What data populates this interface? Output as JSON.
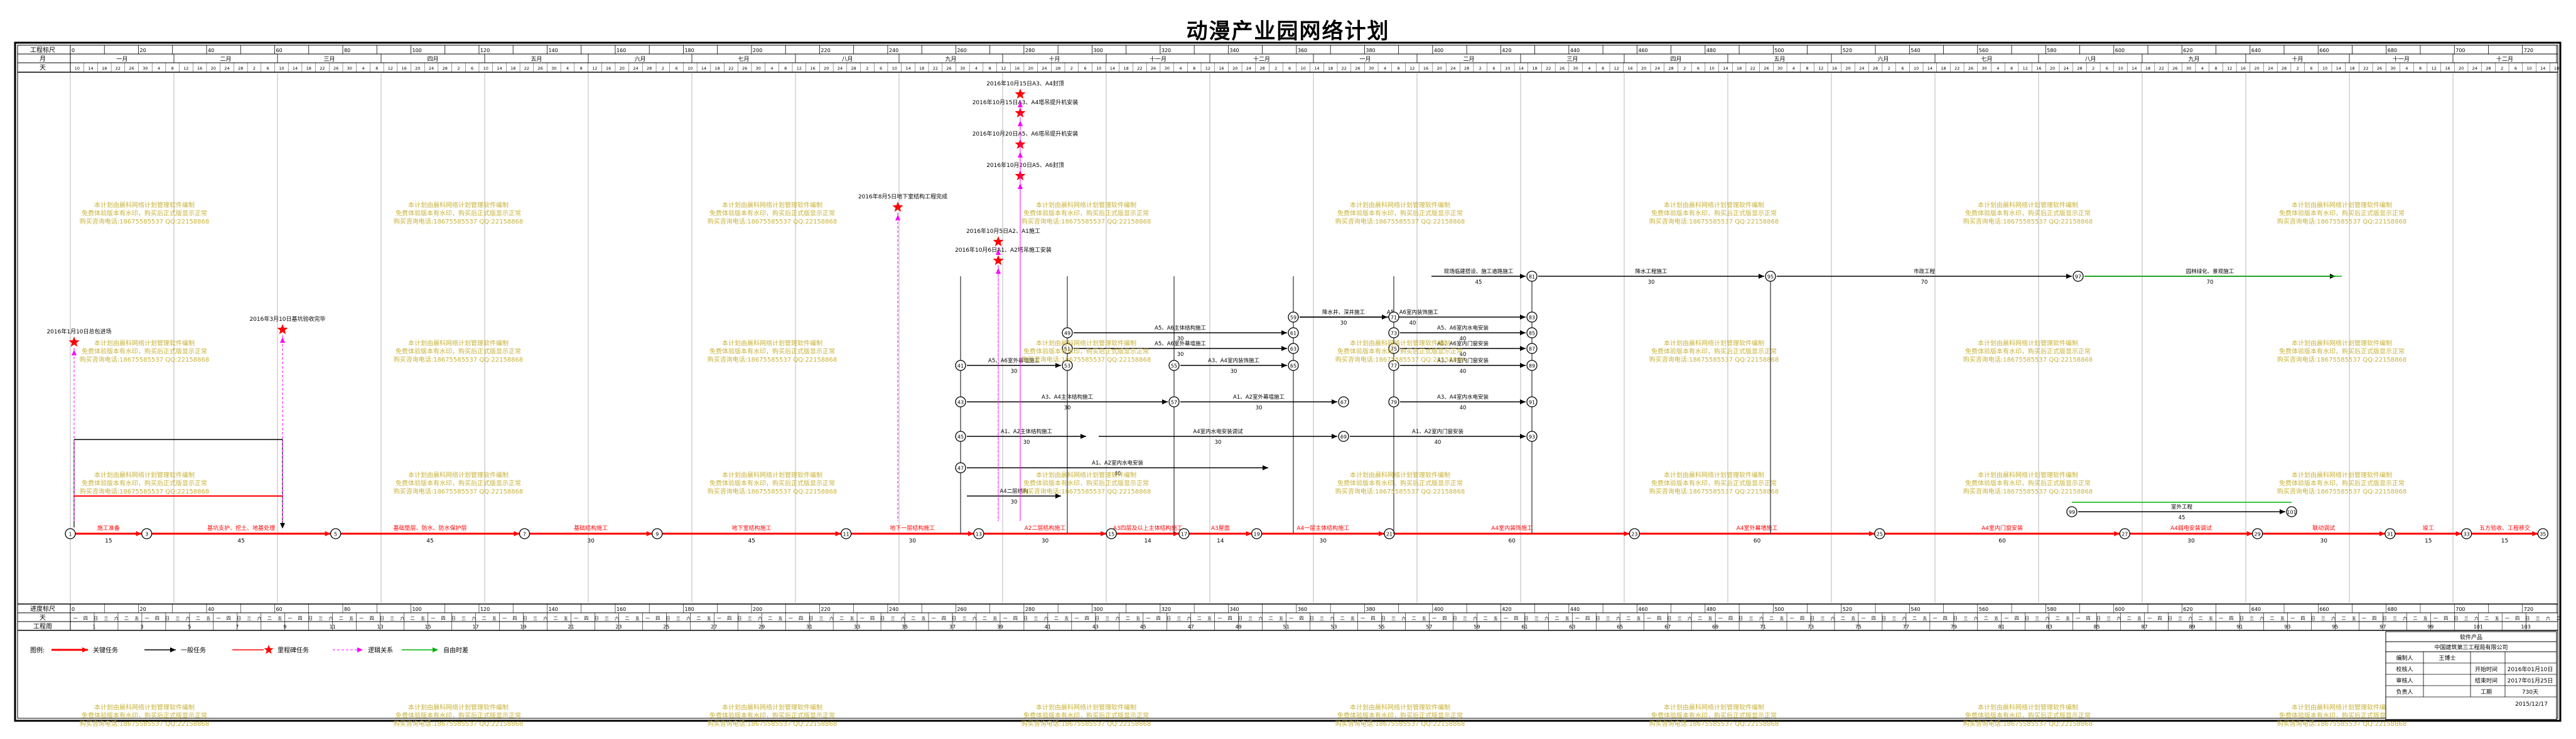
{
  "title": "动漫产业园网络计划",
  "header_row_labels": {
    "workday": "工程标尺",
    "month": "月",
    "day": "天",
    "tick": "进度标尺",
    "week": "天",
    "weeknum": "工程周"
  },
  "months_top": [
    "一月",
    "二月",
    "三月",
    "四月",
    "五月",
    "六月",
    "七月",
    "八月",
    "九月",
    "十月",
    "十一月",
    "十二月",
    "一月",
    "二月",
    "三月",
    "四月",
    "五月",
    "六月",
    "七月",
    "八月",
    "九月",
    "十月",
    "十一月",
    "十二月"
  ],
  "week_days": [
    "一",
    "二",
    "三",
    "四",
    "五",
    "六",
    "日"
  ],
  "milestones": [
    {
      "label": "2016年1月10日总包进场"
    },
    {
      "label": "2016年3月10日基坑验收完毕"
    },
    {
      "label": "2016年8月5日地下室结构工程完成"
    },
    {
      "label": "2016年10月5日A2、A1施工"
    },
    {
      "label": "2016年10月6日A1、A2塔吊施工安装"
    },
    {
      "label": "2016年10月20日A5、A6封顶"
    },
    {
      "label": "2016年10月20日A5、A6塔吊提升机安装"
    },
    {
      "label": "2016年10月15日A3、A4塔吊提升机安装"
    },
    {
      "label": "2016年10月15日A3、A4封顶"
    }
  ],
  "critical_tasks": [
    {
      "name": "施工准备",
      "dur": "15"
    },
    {
      "name": "基坑支护、挖土、地基处理",
      "dur": "45"
    },
    {
      "name": "基础垫层、防水、防水保护层",
      "dur": "45"
    },
    {
      "name": "基础结构施工",
      "dur": "30"
    },
    {
      "name": "地下室结构施工",
      "dur": "45"
    },
    {
      "name": "地下一层结构施工",
      "dur": "30"
    },
    {
      "name": "A2二层结构施工",
      "dur": "30"
    },
    {
      "name": "A3四层及以上主体结构施工",
      "dur": "14"
    },
    {
      "name": "A3屋面",
      "dur": "14"
    },
    {
      "name": "A4一层主体结构施工",
      "dur": "30"
    },
    {
      "name": "A4室内装饰施工",
      "dur": "60"
    },
    {
      "name": "A4室外幕墙施工",
      "dur": "60"
    },
    {
      "name": "A4室内门窗安装",
      "dur": "60"
    },
    {
      "name": "A4弱电安装调试",
      "dur": "30"
    },
    {
      "name": "联动调试",
      "dur": "30"
    },
    {
      "name": "竣工",
      "dur": "15"
    },
    {
      "name": "五方验收、工程移交",
      "dur": "15"
    }
  ],
  "other_tasks": [
    {
      "name": "现场临建搭设、施工道路施工",
      "dur": "45"
    },
    {
      "name": "降水工程施工",
      "dur": "30"
    },
    {
      "name": "降水井、深井施工",
      "dur": "30"
    },
    {
      "name": "A5、A6室内装饰施工",
      "dur": "40"
    },
    {
      "name": "A5、A6主体结构施工",
      "dur": "30"
    },
    {
      "name": "A5、A6室外幕墙施工",
      "dur": "30"
    },
    {
      "name": "A5、A6室外幕墙施工",
      "dur": "30"
    },
    {
      "name": "A3、A4室内装饰施工",
      "dur": "30"
    },
    {
      "name": "A3、A4主体结构施工",
      "dur": "30"
    },
    {
      "name": "A1、A2室外幕墙施工",
      "dur": "30"
    },
    {
      "name": "A1、A2主体结构施工",
      "dur": "30"
    },
    {
      "name": "A1、A2室内门窗安装",
      "dur": "40"
    },
    {
      "name": "A1、A2室内水电安装",
      "dur": "40"
    },
    {
      "name": "市政工程",
      "dur": "70"
    },
    {
      "name": "园林绿化、景观施工",
      "dur": "70"
    },
    {
      "name": "室外工程",
      "dur": "45"
    },
    {
      "name": "A4二层结构",
      "dur": "30"
    },
    {
      "name": "A4室内水电安装调试",
      "dur": "30"
    },
    {
      "name": "A5、A6室内水电安装",
      "dur": "40"
    },
    {
      "name": "A5、A6室内门窗安装",
      "dur": "40"
    },
    {
      "name": "A3、A4室内门窗安装",
      "dur": "40"
    },
    {
      "name": "A3、A4室内水电安装",
      "dur": "40"
    }
  ],
  "watermark": {
    "line1": "本计划由晨科网络计划管理软件编制",
    "line2": "免费体验版本有水印，购买后正式版显示正常",
    "line3": "购买咨询电话:18675585537 QQ:22158868"
  },
  "legend": {
    "label": "图例:",
    "items": [
      "关键任务",
      "一般任务",
      "里程碑任务",
      "逻辑关系",
      "自由时差"
    ]
  },
  "colors": {
    "critical": "#ff0000",
    "normal": "#000000",
    "milestone": "#ff0000",
    "logic": "#ff00ff",
    "slack": "#00b000",
    "watermark": "#c8b23a",
    "mstext": "#000000"
  },
  "info_table": {
    "title": "软件产品",
    "company": "中国建筑第三工程局有限公司",
    "rows": [
      {
        "k1": "编制人",
        "v1": "王博士",
        "k2": "",
        "v2": ""
      },
      {
        "k1": "校核人",
        "v1": "",
        "k2": "开始时间",
        "v2": "2016年01月10日"
      },
      {
        "k1": "审核人",
        "v1": "",
        "k2": "结束时间",
        "v2": "2017年01月25日"
      },
      {
        "k1": "负责人",
        "v1": "",
        "k2": "工期",
        "v2": "730天"
      }
    ],
    "date": "2015/12/17"
  }
}
